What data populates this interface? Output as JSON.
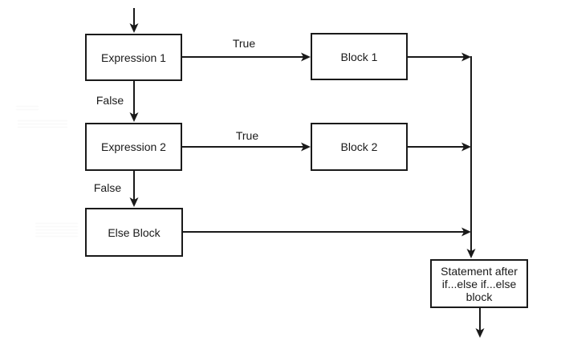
{
  "nodes": {
    "expression1": {
      "label": "Expression 1"
    },
    "block1": {
      "label": "Block 1"
    },
    "expression2": {
      "label": "Expression 2"
    },
    "block2": {
      "label": "Block 2"
    },
    "else_block": {
      "label": "Else Block"
    },
    "statement": {
      "lines": [
        "Statement after",
        "if...else if...else",
        "block"
      ]
    }
  },
  "edges": {
    "expr1_true": {
      "label": "True"
    },
    "expr1_false": {
      "label": "False"
    },
    "expr2_true": {
      "label": "True"
    },
    "expr2_false": {
      "label": "False"
    }
  },
  "colors": {
    "line": "#1a1a1a",
    "box_border": "#1a1a1a",
    "box_fill": "#ffffff",
    "text": "#1a1a1a",
    "background": "#ffffff"
  }
}
